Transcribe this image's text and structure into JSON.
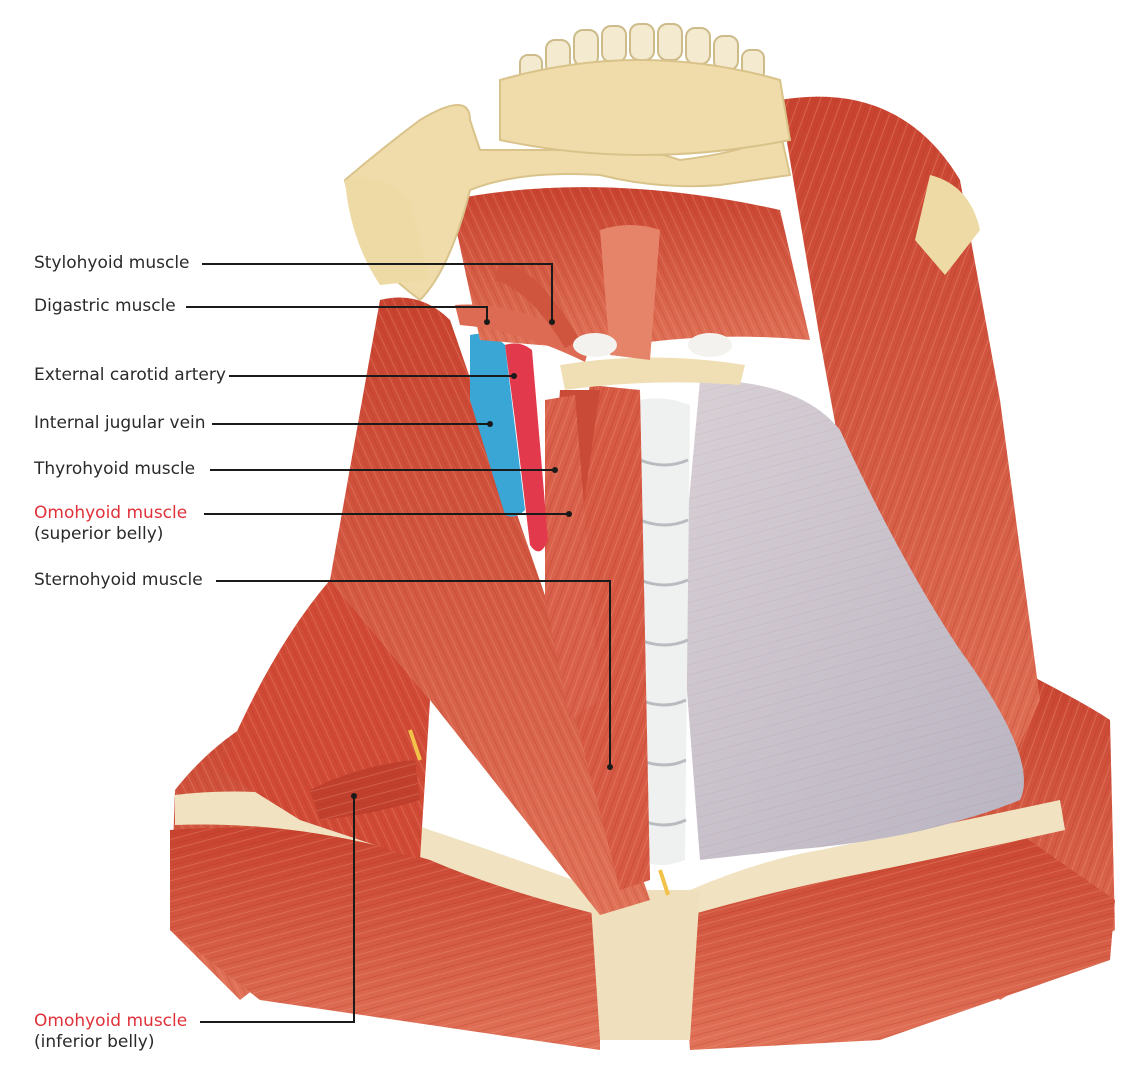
{
  "labels": {
    "stylohyoid": {
      "text": "Stylohyoid muscle"
    },
    "digastric": {
      "text": "Digastric muscle"
    },
    "external_carotid": {
      "text": "External carotid artery"
    },
    "internal_jugular": {
      "text": "Internal jugular vein"
    },
    "thyrohyoid": {
      "text": "Thyrohyoid muscle"
    },
    "omohyoid_superior": {
      "text": "Omohyoid muscle",
      "sub": "(superior belly)"
    },
    "sternohyoid": {
      "text": "Sternohyoid muscle"
    },
    "omohyoid_inferior": {
      "text": "Omohyoid muscle",
      "sub": "(inferior belly)"
    }
  },
  "colors": {
    "highlight_text": "#e0313a",
    "label_text": "#2a2a2a",
    "leader_line": "#1a1a1a",
    "muscle": "#d9533f",
    "muscle_light": "#ef8a6e",
    "bone": "#eedcaa",
    "vein": "#3aa6d6",
    "artery": "#e23a4c",
    "cartilage": "#eef2f1",
    "fascia": "#c9c3cc"
  }
}
